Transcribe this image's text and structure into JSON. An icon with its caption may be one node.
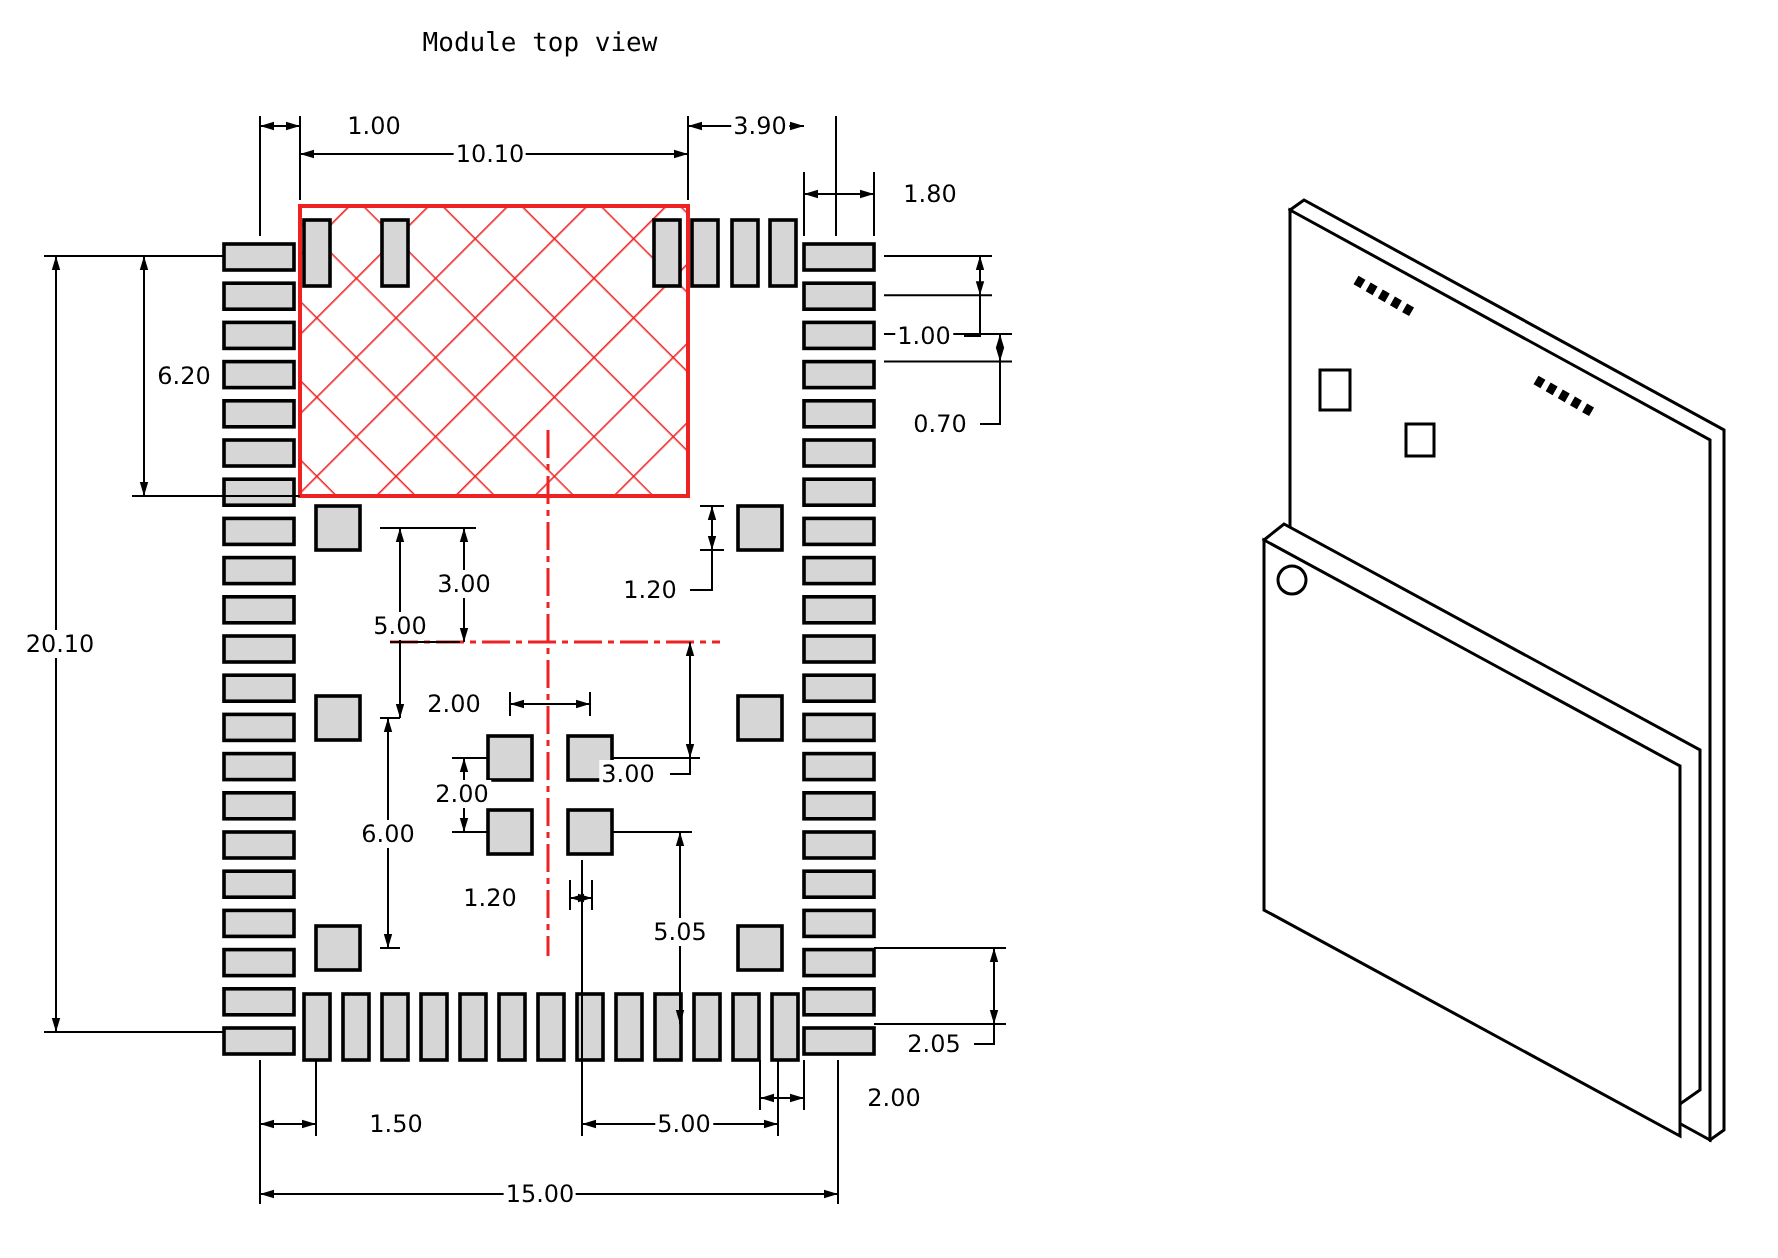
{
  "diagram": {
    "title": "Module top view",
    "labels": [
      "1.00",
      "10.10",
      "3.90",
      "1.80",
      "1.00",
      "6.20",
      "0.70",
      "3.00",
      "1.20",
      "5.00",
      "20.10",
      "2.00",
      "3.00",
      "2.00",
      "6.00",
      "1.20",
      "5.05",
      "2.05",
      "2.00",
      "1.50",
      "5.00",
      "15.00"
    ]
  }
}
